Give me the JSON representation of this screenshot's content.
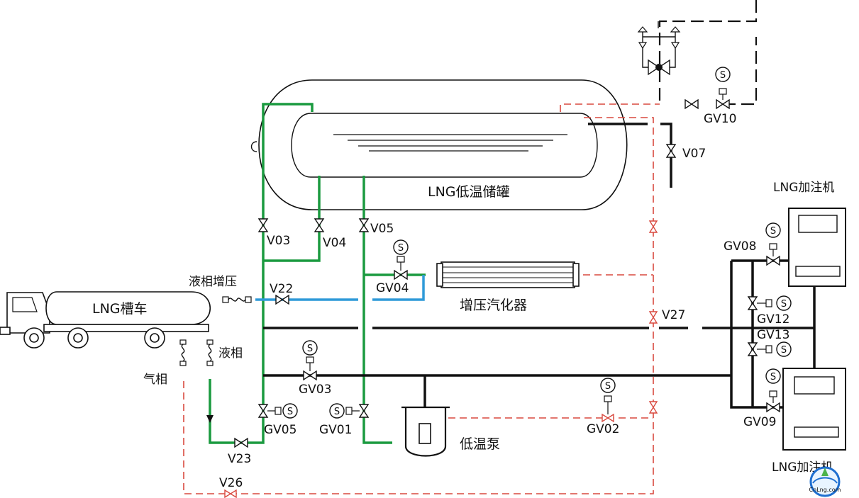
{
  "colors": {
    "liquid_line": "#1a9a3f",
    "booster_line": "#2f9ad8",
    "vent_line": "#d9493f",
    "process_line": "#111111"
  },
  "equipment": {
    "tank": "LNG低温储罐",
    "truck": "LNG槽车",
    "vaporizer": "增压汽化器",
    "pump": "低温泵",
    "dispenser_top": "LNG加注机",
    "dispenser_bottom": "LNG加注机"
  },
  "ports": {
    "liquid_boost": "液相增压",
    "liquid": "液相",
    "gas": "气相"
  },
  "valves": {
    "v03": "V03",
    "v04": "V04",
    "v05": "V05",
    "v07": "V07",
    "v22": "V22",
    "v23": "V23",
    "v26": "V26",
    "v27": "V27",
    "gv01": "GV01",
    "gv02": "GV02",
    "gv03": "GV03",
    "gv04": "GV04",
    "gv05": "GV05",
    "gv08": "GV08",
    "gv09": "GV09",
    "gv10": "GV10",
    "gv12": "GV12",
    "gv13": "GV13"
  },
  "solenoid_symbol": "S",
  "watermark": "CnLng.com"
}
